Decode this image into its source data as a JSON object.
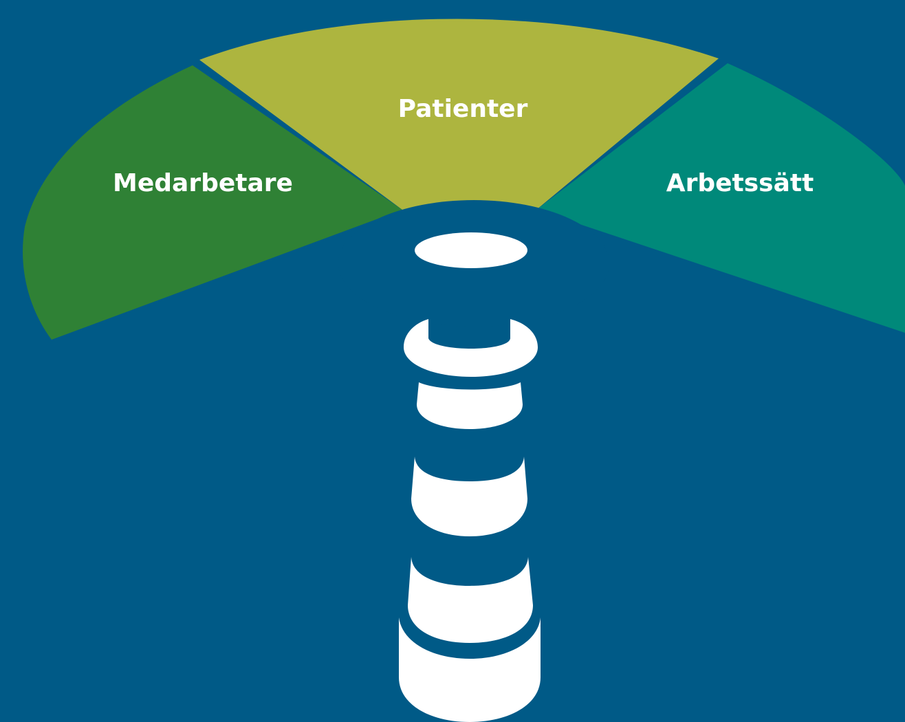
{
  "diagram": {
    "background_color": "#005a87",
    "lighthouse_color": "#ffffff",
    "segments": [
      {
        "id": "medarbetare",
        "label": "Medarbetare",
        "color": "#2f8135"
      },
      {
        "id": "patienter",
        "label": "Patienter",
        "color": "#adb53f"
      },
      {
        "id": "arbetssatt",
        "label": "Arbetssätt",
        "color": "#00897a"
      }
    ]
  }
}
